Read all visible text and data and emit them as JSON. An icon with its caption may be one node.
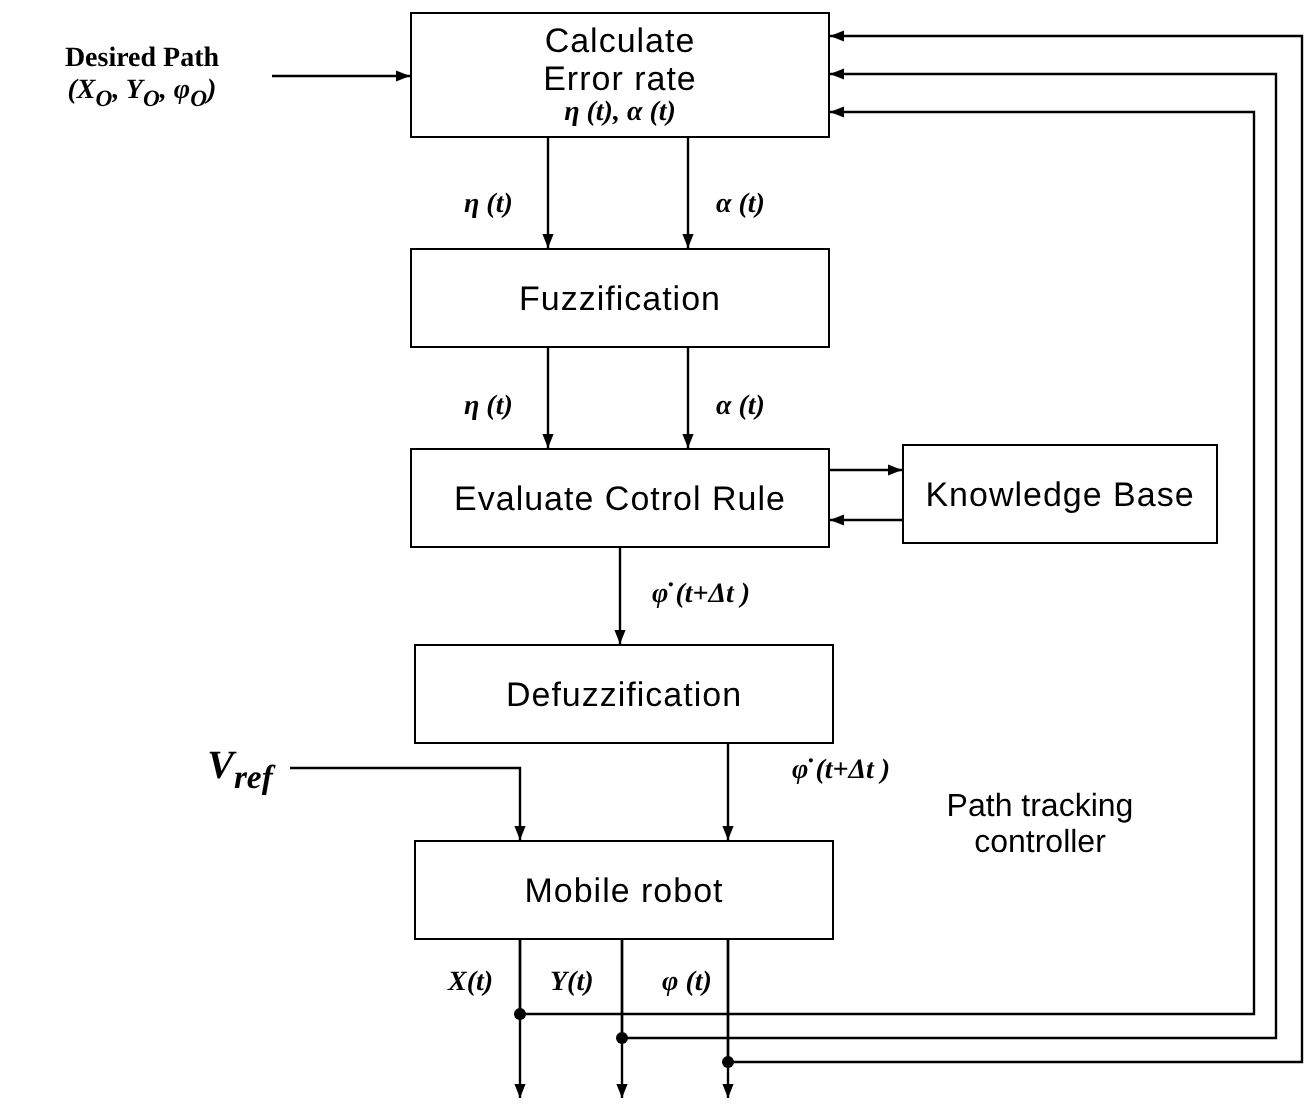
{
  "diagram": {
    "nodes": [
      {
        "text": [
          "Desired Path",
          "(X$_{O}$, Y$_{O}$, φ$_{O}$)"
        ]
      },
      {
        "text": [
          "Calculate Error rate",
          "η (t), α (t)"
        ]
      },
      {
        "text": [
          "Fuzzification"
        ]
      },
      {
        "text": [
          "Evaluate Cotrol Rule"
        ]
      },
      {
        "text": [
          "Knowledge Base"
        ]
      },
      {
        "text": [
          "Defuzzification"
        ]
      },
      {
        "text": [
          "V$_{ref}$"
        ]
      },
      {
        "text": [
          "Mobile robot"
        ]
      }
    ],
    "edges": [
      {
        "from": 0,
        "to": 1,
        "arrow": "to"
      },
      {
        "from": 1,
        "to": 2,
        "arrow": "to",
        "label": "η (t)"
      },
      {
        "from": 1,
        "to": 2,
        "arrow": "to",
        "label": "α (t)"
      },
      {
        "from": 2,
        "to": 3,
        "arrow": "to",
        "label": "η (t)"
      },
      {
        "from": 2,
        "to": 3,
        "arrow": "to",
        "label": "α (t)"
      },
      {
        "from": 3,
        "to": 4,
        "arrow": "to"
      },
      {
        "from": 4,
        "to": 3,
        "arrow": "to"
      },
      {
        "from": 3,
        "to": 5,
        "arrow": "to",
        "label": "φ̇ (t+Δt )"
      },
      {
        "from": 6,
        "to": 7,
        "arrow": "to"
      },
      {
        "from": 5,
        "to": 7,
        "arrow": "to",
        "label": "φ̇ (t+Δt )"
      },
      {
        "from": 7,
        "to": null,
        "arrow": "to",
        "label": "X(t)"
      },
      {
        "from": 7,
        "to": null,
        "arrow": "to",
        "label": "Y(t)"
      },
      {
        "from": 7,
        "to": null,
        "arrow": "to",
        "label": "φ (t)"
      },
      {
        "from": 7,
        "to": 1,
        "arrow": "to"
      },
      {
        "from": 7,
        "to": 1,
        "arrow": "to"
      },
      {
        "from": 7,
        "to": 1,
        "arrow": "to"
      }
    ],
    "labels": [
      "Path tracking controller"
    ]
  }
}
